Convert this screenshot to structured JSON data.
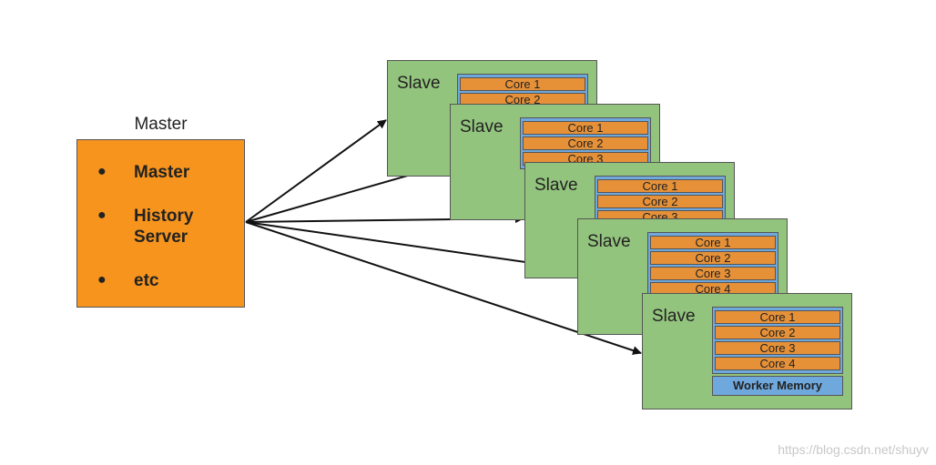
{
  "master": {
    "title": "Master",
    "bullets": [
      "Master",
      "History Server",
      "etc"
    ],
    "color": "#f7941d"
  },
  "slave_color": "#93c47d",
  "core_color": "#e69138",
  "memory_color": "#6fa8dc",
  "slaves": [
    {
      "label": "Slave",
      "cores": [
        "Core 1",
        "Core 2"
      ]
    },
    {
      "label": "Slave",
      "cores": [
        "Core 1",
        "Core 2",
        "Core 3"
      ]
    },
    {
      "label": "Slave",
      "cores": [
        "Core 1",
        "Core 2",
        "Core 3"
      ]
    },
    {
      "label": "Slave",
      "cores": [
        "Core 1",
        "Core 2",
        "Core 3",
        "Core 4"
      ]
    },
    {
      "label": "Slave",
      "cores": [
        "Core 1",
        "Core 2",
        "Core 3",
        "Core 4"
      ],
      "memory": "Worker Memory"
    }
  ],
  "watermark": "https://blog.csdn.net/shuyv"
}
